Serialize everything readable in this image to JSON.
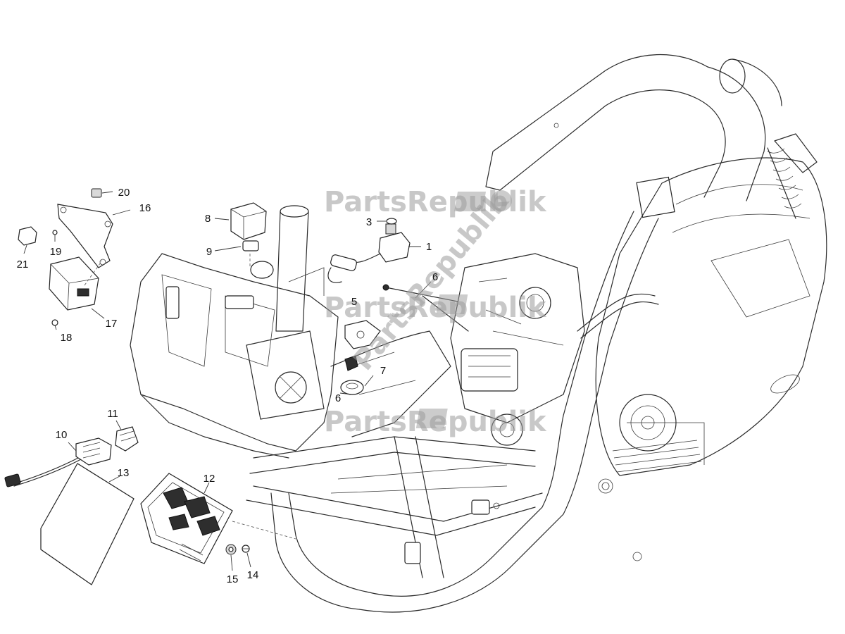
{
  "watermark": {
    "text": "PartsRepublik"
  },
  "callouts": [
    {
      "id": "n1",
      "label": "1"
    },
    {
      "id": "n3",
      "label": "3"
    },
    {
      "id": "n5",
      "label": "5"
    },
    {
      "id": "n6a",
      "label": "6"
    },
    {
      "id": "n6b",
      "label": "6"
    },
    {
      "id": "n7",
      "label": "7"
    },
    {
      "id": "n8",
      "label": "8"
    },
    {
      "id": "n9",
      "label": "9"
    },
    {
      "id": "n10",
      "label": "10"
    },
    {
      "id": "n11",
      "label": "11"
    },
    {
      "id": "n12",
      "label": "12"
    },
    {
      "id": "n13",
      "label": "13"
    },
    {
      "id": "n14",
      "label": "14"
    },
    {
      "id": "n15",
      "label": "15"
    },
    {
      "id": "n16",
      "label": "16"
    },
    {
      "id": "n17",
      "label": "17"
    },
    {
      "id": "n18",
      "label": "18"
    },
    {
      "id": "n19",
      "label": "19"
    },
    {
      "id": "n20",
      "label": "20"
    },
    {
      "id": "n21",
      "label": "21"
    }
  ]
}
